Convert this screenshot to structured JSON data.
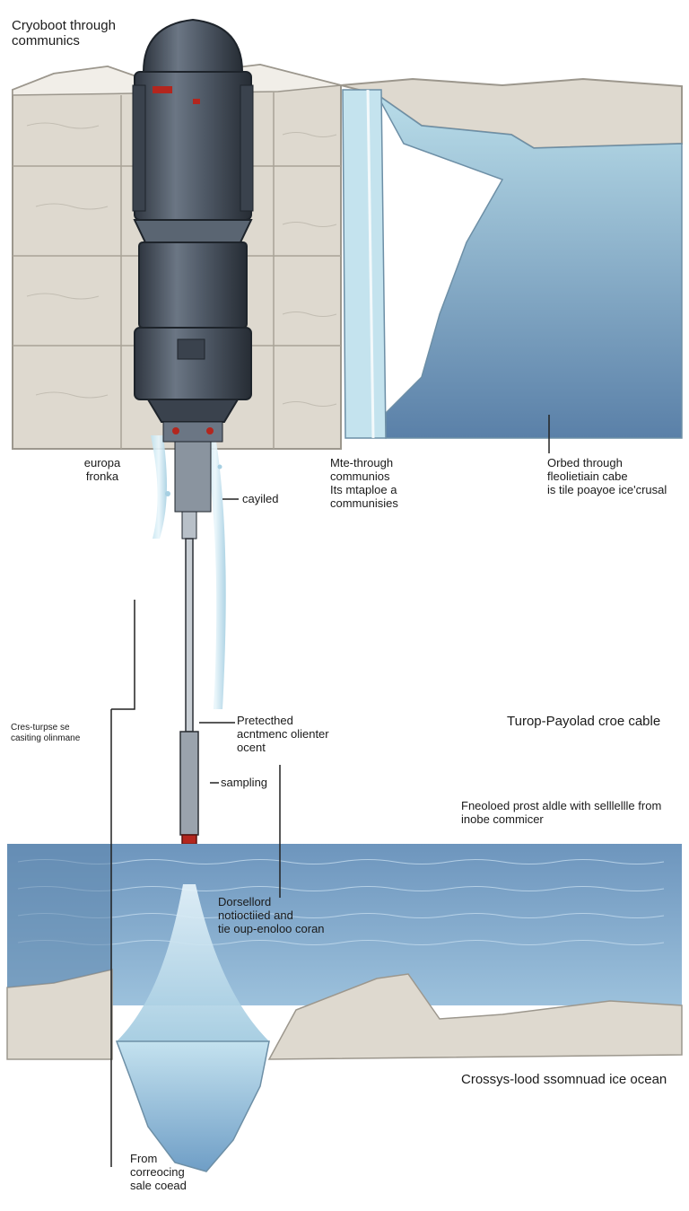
{
  "labels": {
    "top_title": "Cryoboot through\ncommunics",
    "left_upper": "europa\nfronka",
    "mid_upper": "Mte-through\ncommunios\nIts mtaploe a\ncommunisies",
    "right_upper": "Orbed through\nfleolietiain cabe\nis tile poayoe ice'crusal",
    "cayiled": "cayiled",
    "left_mid": "Cres-turpse se\ncasiting olinmane",
    "protected": "Pretecthed\nacntmenc olienter\nocent",
    "right_mid": "Turop-Payolad croe cable",
    "sampling": "sampling",
    "right_lower": "Fneoloed prost aldle with selllellle from\ninobe commicer",
    "dorsal": "Dorsellord\nnotioctiied and\ntie oup-enoloo coran",
    "right_bottom": "Crossys-lood ssomnuad ice ocean",
    "bottom_left": "From\ncorreocing\nsale coead"
  },
  "colors": {
    "ice_block": "#ded9cf",
    "ice_edge": "#9c978d",
    "probe_body": "#4f5966",
    "probe_dark": "#2f3640",
    "accent_red": "#b3261e",
    "water_light": "#a9d3e4",
    "water_deep": "#5f86ad",
    "ocean": "#7fa6c9",
    "leader_line": "#222222"
  }
}
